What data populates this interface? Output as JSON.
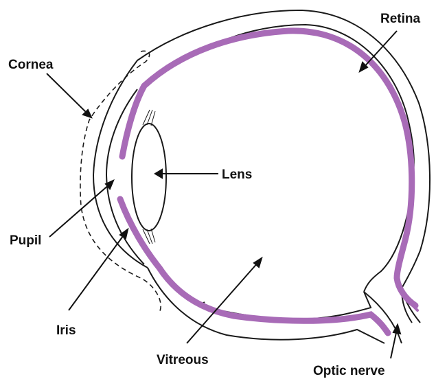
{
  "labels": {
    "cornea": "Cornea",
    "retina": "Retina",
    "lens": "Lens",
    "pupil": "Pupil",
    "iris": "Iris",
    "vitreous": "Vitreous",
    "optic_nerve": "Optic nerve"
  },
  "colors": {
    "retina": "#a86bb7",
    "outline": "#1a1a1a",
    "label": "#111111"
  }
}
